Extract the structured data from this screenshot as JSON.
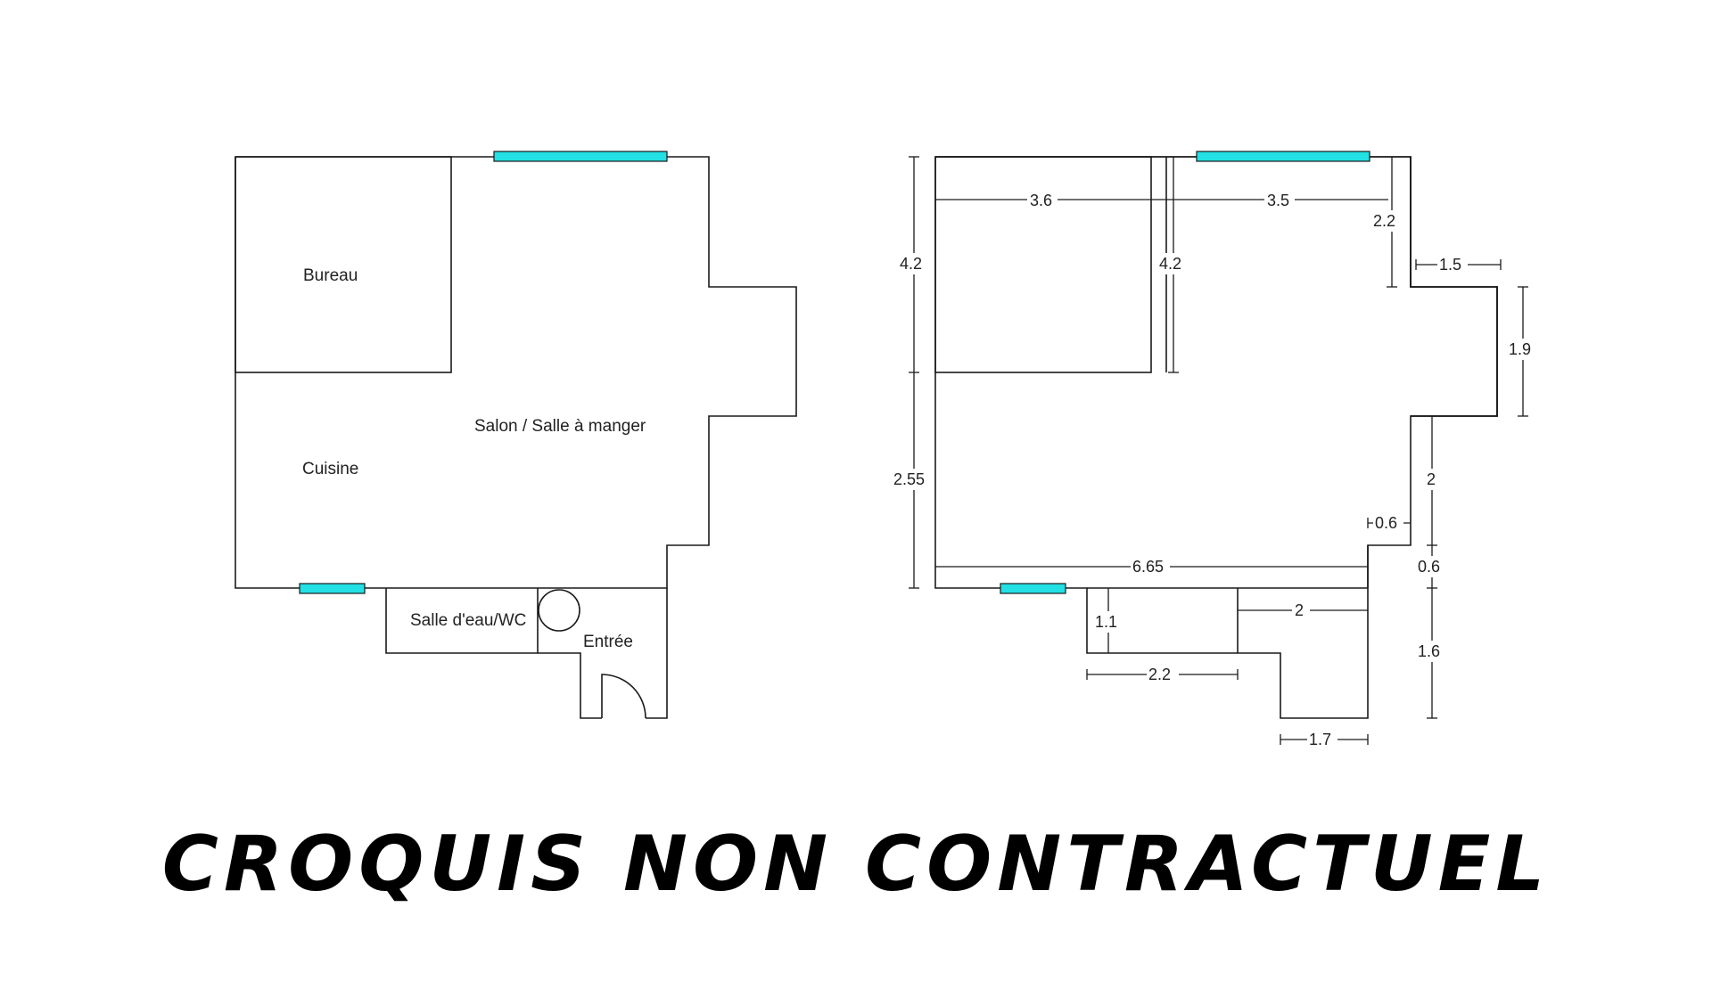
{
  "left_plan": {
    "rooms": {
      "bureau": "Bureau",
      "salon": "Salon / Salle à manger",
      "cuisine": "Cuisine",
      "salle_eau": "Salle d'eau/WC",
      "entree": "Entrée"
    }
  },
  "right_plan": {
    "dimensions": {
      "d_3_6": "3.6",
      "d_3_5": "3.5",
      "d_2_2_top": "2.2",
      "d_4_2_left": "4.2",
      "d_4_2_inner": "4.2",
      "d_1_5": "1.5",
      "d_1_9": "1.9",
      "d_2_55": "2.55",
      "d_2": "2",
      "d_0_6_inner": "0.6",
      "d_6_65": "6.65",
      "d_0_6_outer": "0.6",
      "d_2_inner": "2",
      "d_1_1": "1.1",
      "d_1_6": "1.6",
      "d_2_2_bottom": "2.2",
      "d_1_7": "1.7"
    }
  },
  "disclaimer": "CROQUIS NON CONTRACTUEL",
  "colors": {
    "window": "#22e0e4",
    "wall": "#1a1a1a"
  }
}
